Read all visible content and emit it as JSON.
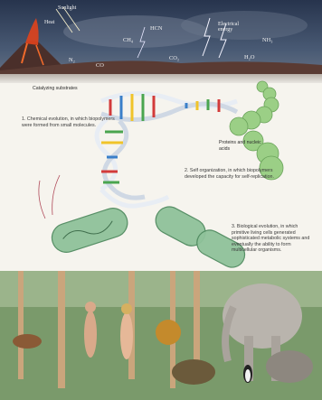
{
  "atmosphere": {
    "sunlight": "Sunlight",
    "heat": "Heat",
    "electrical_energy": "Electrical energy",
    "compounds": {
      "ch4": "CH₄",
      "hcn": "HCN",
      "nh3": "NH₃",
      "n2": "N₂",
      "co": "CO",
      "co2": "CO₂",
      "h2o": "H₂O"
    }
  },
  "labels": {
    "catalyzing_substrates": "Catalyzing substrates",
    "proteins_nucleic_acids": "Proteins and nucleic acids"
  },
  "stages": [
    {
      "number": "1.",
      "text": "Chemical evolution, in which biopolymers were formed from small molecules."
    },
    {
      "number": "2.",
      "text": "Self organization, in which biopolymers developed the capacity for self-replication."
    },
    {
      "number": "3.",
      "text": "Biological evolution, in which primitive living cells generated sophisticated metabolic systems and eventually the ability to form multicellular organisms."
    }
  ],
  "colors": {
    "sky_top": "#2b3a55",
    "sky_bottom": "#4a5a74",
    "lava": "#e0431c",
    "dna_a": "#d23b3b",
    "dna_b": "#3a7fc9",
    "dna_c": "#f0c42a",
    "dna_d": "#4aa54f",
    "cell": "#8fc29a",
    "sphere": "#9bcf86"
  }
}
